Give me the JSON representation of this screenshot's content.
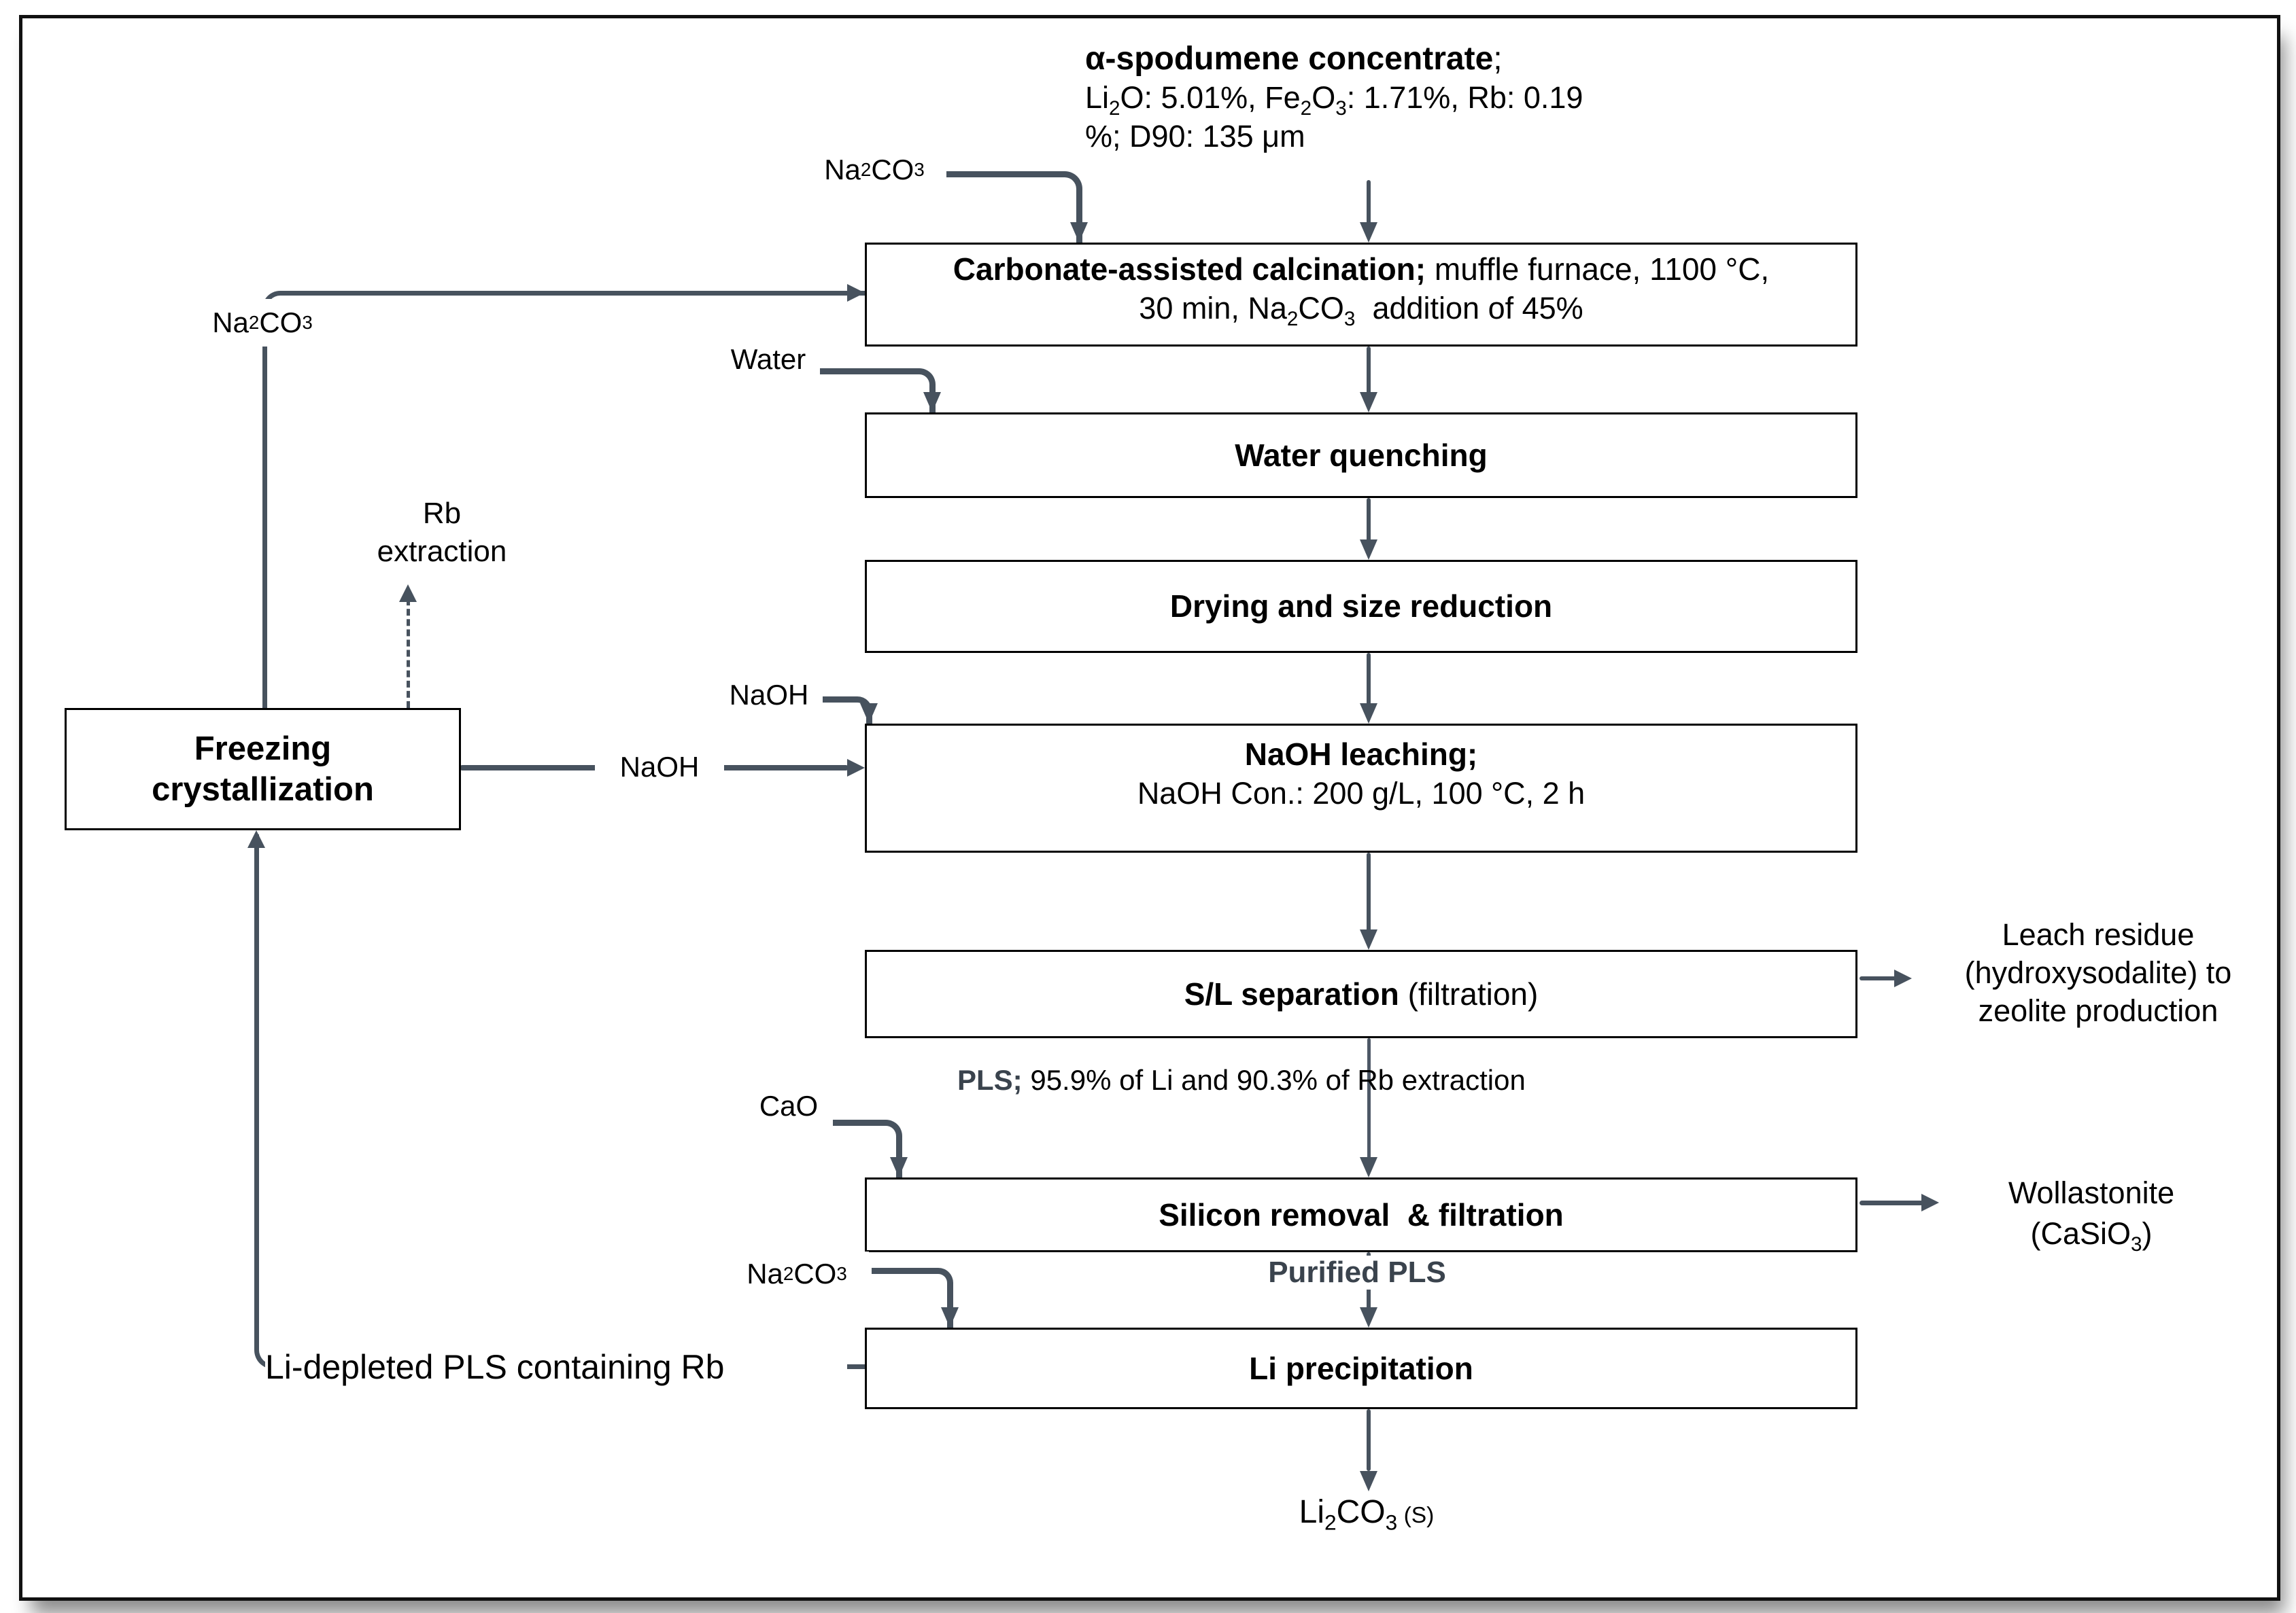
{
  "colors": {
    "line": "#47525e",
    "slate": "#3a434d",
    "ink": "#000000"
  },
  "title": {
    "line1_rich": [
      {
        "t": "α-spodumene concentrate",
        "b": 1
      },
      {
        "t": ";"
      }
    ],
    "line2_rich": [
      {
        "t": "Li"
      },
      {
        "t": "2",
        "sub": 1
      },
      {
        "t": "O: 5.01%, Fe"
      },
      {
        "t": "2",
        "sub": 1
      },
      {
        "t": "O"
      },
      {
        "t": "3",
        "sub": 1
      },
      {
        "t": ": 1.71%, Rb: 0.19"
      }
    ],
    "line3": "%; D90: 135 μm"
  },
  "boxes": {
    "calcination": {
      "line1_rich": [
        {
          "t": "Carbonate-assisted calcination;",
          "b": 1
        },
        {
          "t": " muffle furnace, 1100 °C,"
        }
      ],
      "line2_rich": [
        {
          "t": "30 min, Na"
        },
        {
          "t": "2",
          "sub": 1
        },
        {
          "t": "CO"
        },
        {
          "t": "3",
          "sub": 1
        },
        {
          "t": "  addition of 45%"
        }
      ]
    },
    "water_quenching": "Water quenching",
    "drying": "Drying and size reduction",
    "naoh_leaching": {
      "line1": "NaOH leaching;",
      "line2": "NaOH Con.: 200 g/L, 100 °C, 2 h"
    },
    "sl_separation_rich": [
      {
        "t": "S/L separation",
        "b": 1
      },
      {
        "t": " (filtration)"
      }
    ],
    "silicon_removal": "Silicon removal  & filtration",
    "li_precipitation": "Li precipitation",
    "freezing": [
      "Freezing",
      "crystallization"
    ]
  },
  "labels": {
    "na2co3_rich": [
      {
        "t": "Na"
      },
      {
        "t": "2",
        "sub": 1
      },
      {
        "t": "CO"
      },
      {
        "t": "3",
        "sub": 1
      }
    ],
    "water": "Water",
    "naoh": "NaOH",
    "cao": "CaO",
    "rb_extraction": [
      "Rb",
      "extraction"
    ],
    "li_depleted": "Li-depleted PLS containing Rb",
    "pls_rich": [
      {
        "t": "PLS;",
        "b": 1,
        "c": "slate"
      },
      {
        "t": " 95.9% of Li and 90.3% of Rb extraction"
      }
    ],
    "purified_pls": "Purified PLS",
    "li2co3_rich": [
      {
        "t": "Li"
      },
      {
        "t": "2",
        "sub": 1
      },
      {
        "t": "CO"
      },
      {
        "t": "3",
        "sub": 1
      },
      {
        "t": " (S)",
        "small": 1
      }
    ]
  },
  "outputs": {
    "leach_residue": [
      "Leach residue",
      "(hydroxysodalite) to",
      "zeolite production"
    ],
    "wollastonite_line1": "Wollastonite",
    "wollastonite_line2_rich": [
      {
        "t": "(CaSiO"
      },
      {
        "t": "3",
        "sub": 1
      },
      {
        "t": ")"
      }
    ]
  }
}
